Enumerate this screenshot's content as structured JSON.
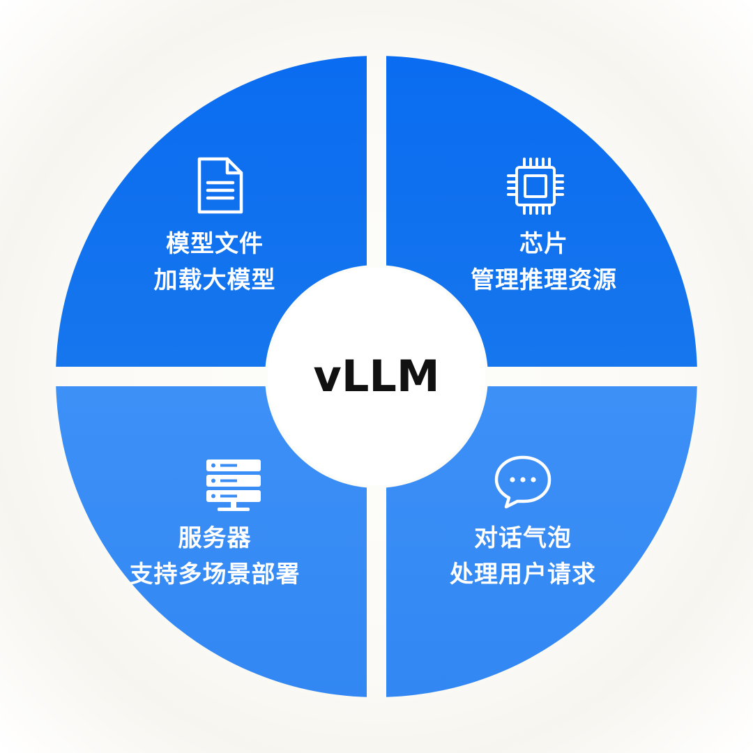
{
  "center": {
    "title": "vLLM"
  },
  "quadrants": {
    "top_left": {
      "icon": "document-icon",
      "title": "模型文件",
      "subtitle": "加载大模型",
      "color": "#1970ef"
    },
    "top_right": {
      "icon": "chip-icon",
      "title": "芯片",
      "subtitle": "管理推理资源",
      "color": "#0a6ff0"
    },
    "bottom_left": {
      "icon": "server-icon",
      "title": "服务器",
      "subtitle": "支持多场景部署",
      "color": "#3a8df5"
    },
    "bottom_right": {
      "icon": "chat-bubble-icon",
      "title": "对话气泡",
      "subtitle": "处理用户请求",
      "color": "#3a8df5"
    }
  },
  "colors": {
    "text_on_blue": "#ffffff",
    "center_fill": "#ffffff",
    "center_text": "#111111"
  }
}
